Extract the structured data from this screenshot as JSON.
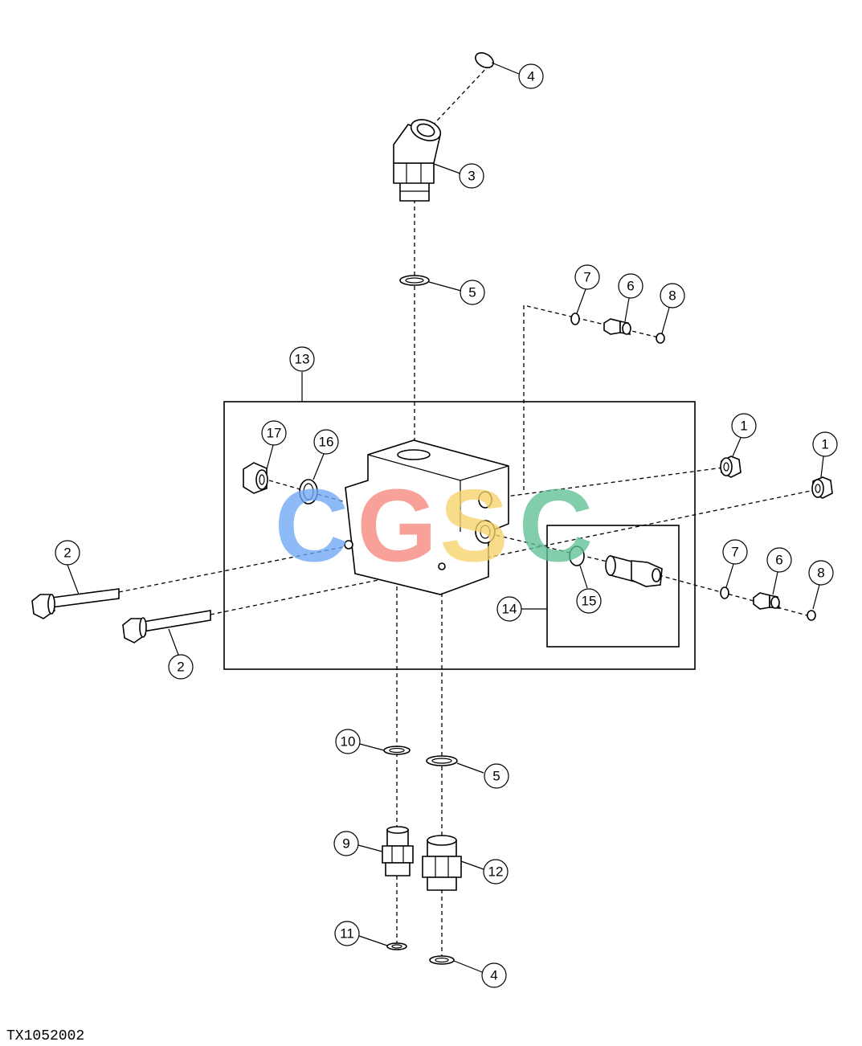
{
  "figure_id": "TX1052002",
  "watermark": {
    "letters": [
      {
        "char": "C",
        "color": "#6fa8f5"
      },
      {
        "char": "G",
        "color": "#f5877c"
      },
      {
        "char": "S",
        "color": "#f7d36a"
      },
      {
        "char": "C",
        "color": "#5fbf95"
      }
    ]
  },
  "callouts": {
    "c4_top": "4",
    "c3": "3",
    "c5_top": "5",
    "c7_top": "7",
    "c6_top": "6",
    "c8_top": "8",
    "c13": "13",
    "c17": "17",
    "c16": "16",
    "c1_a": "1",
    "c1_b": "1",
    "c2_left": "2",
    "c2_right": "2",
    "c7_mid": "7",
    "c6_mid": "6",
    "c8_mid": "8",
    "c14": "14",
    "c15": "15",
    "c10": "10",
    "c5_bottom": "5",
    "c9": "9",
    "c12": "12",
    "c11": "11",
    "c4_bottom": "4"
  }
}
